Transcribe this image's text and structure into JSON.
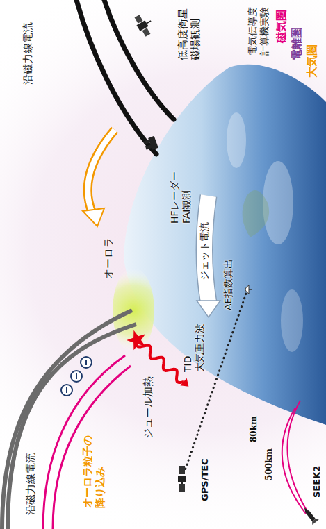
{
  "diagram": {
    "labels": [
      "沿磁力線電流",
      "オーロラ粒子の 降り込み",
      "ジュール加熱",
      "オーロラ",
      "ジェット電流",
      "HFレーダー FAI観測",
      "低高度衛星 磁場観測",
      "沿磁力線電流",
      "電気伝導度 計算機実験",
      "磁気圏",
      "電離圏",
      "大気圏",
      "AE指数算出",
      "TID 大気重力波",
      "GPS/TEC",
      "80km",
      "500km",
      "SEEK2"
    ]
  }
}
